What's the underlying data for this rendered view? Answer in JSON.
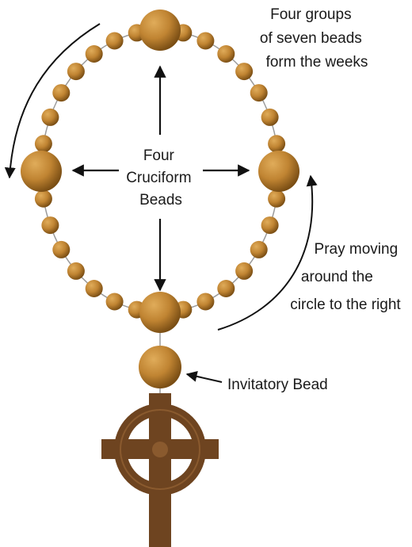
{
  "labels": {
    "weeks": [
      "Four groups",
      "of seven beads",
      "form the weeks"
    ],
    "cruciform": [
      "Four",
      "Cruciform",
      "Beads"
    ],
    "direction": [
      "Pray moving",
      "around the",
      "circle to the right"
    ],
    "invitatory": "Invitatory Bead"
  },
  "beads": {
    "cruciform_count": 4,
    "week_groups": 4,
    "beads_per_week": 7
  },
  "colors": {
    "bead_light": "#e0ac5a",
    "bead_mid": "#c08432",
    "bead_dark": "#7a4e14",
    "cross": "#6e4420",
    "cross_light": "#8a5a2e",
    "cord": "#9a9a9a",
    "arrow": "#111111"
  }
}
